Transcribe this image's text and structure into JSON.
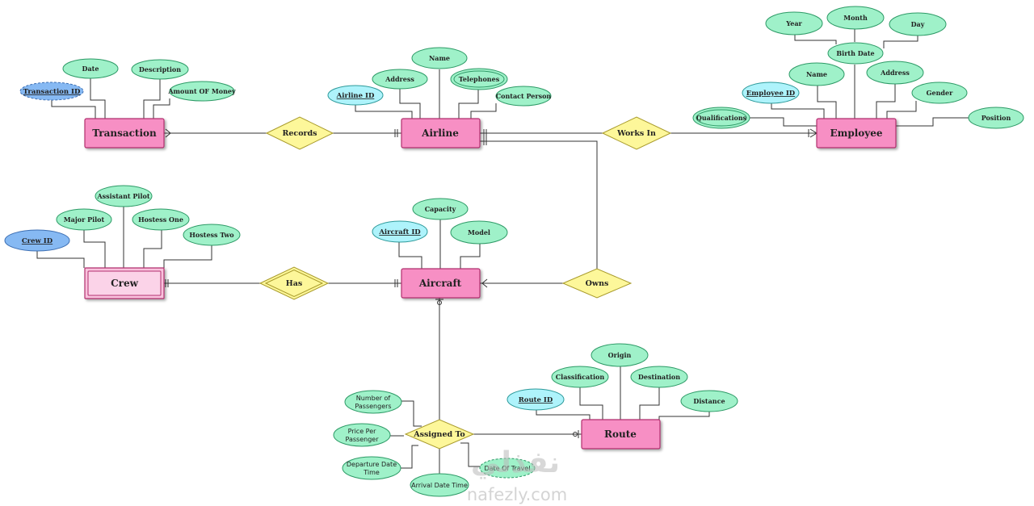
{
  "entities": {
    "transaction": "Transaction",
    "airline": "Airline",
    "employee": "Employee",
    "crew": "Crew",
    "aircraft": "Aircraft",
    "route": "Route"
  },
  "relationships": {
    "records": "Records",
    "works_in": "Works In",
    "has": "Has",
    "owns": "Owns",
    "assigned_to": "Assigned To"
  },
  "attributes": {
    "transaction": {
      "transaction_id": "Transaction ID",
      "date": "Date",
      "description": "Description",
      "amount": "Amount OF Money"
    },
    "airline": {
      "airline_id": "Airline ID",
      "address": "Address",
      "name": "Name",
      "telephones": "Telephones",
      "contact_person": "Contact Person"
    },
    "employee": {
      "year": "Year",
      "month": "Month",
      "day": "Day",
      "birth_date": "Birth Date",
      "name": "Name",
      "address": "Address",
      "employee_id": "Employee ID",
      "gender": "Gender",
      "qualifications": "Qualifications",
      "position": "Position"
    },
    "crew": {
      "assistant_pilot": "Assistant Pilot",
      "major_pilot": "Major Pilot",
      "hostess_one": "Hostess One",
      "crew_id": "Crew ID",
      "hostess_two": "Hostess Two"
    },
    "aircraft": {
      "capacity": "Capacity",
      "aircraft_id": "Aircraft ID",
      "model": "Model"
    },
    "route": {
      "origin": "Origin",
      "classification": "Classification",
      "destination": "Destination",
      "route_id": "Route ID",
      "distance": "Distance"
    },
    "assigned_to": {
      "passengers_1": "Number of",
      "passengers_2": "Passengers",
      "price_1": "Price Per",
      "price_2": "Passenger",
      "departure_1": "Departure Date",
      "departure_2": "Time",
      "arrival": "Arrival Date Time",
      "date_of_travel": "Date Of Travel"
    }
  },
  "watermark": {
    "arabic": "نفذلي",
    "latin": "nafezly.com"
  }
}
